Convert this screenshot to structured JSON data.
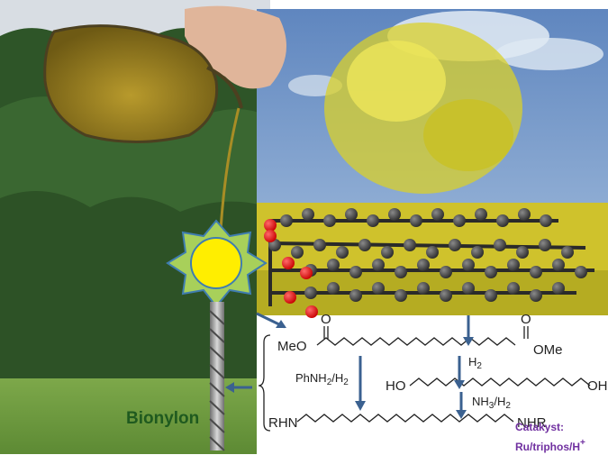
{
  "labels": {
    "bionylon": "Bionylon",
    "catalyst_line1": "Catakyst:",
    "catalyst_line2": "Ru/triphos/H",
    "catalyst_plus": "+"
  },
  "chemistry": {
    "diester_left": "MeO",
    "diester_right": "OMe",
    "carbonyl_o": "O",
    "reagent_amine": "PhNH",
    "reagent_amine_sub": "2",
    "reagent_amine_h": "/H",
    "reagent_amine_h_sub": "2",
    "reagent_h2": "H",
    "reagent_h2_sub": "2",
    "diol_left": "HO",
    "diol_right": "OH",
    "reagent_nh3": "NH",
    "reagent_nh3_sub": "3",
    "reagent_nh3_h": "/H",
    "reagent_nh3_h_sub": "2",
    "diamine_left": "RHN",
    "diamine_right": "NHR"
  },
  "colors": {
    "bionylon": "#1f5a1f",
    "catalyst": "#7030a0",
    "arrow": "#3b6190",
    "atom_carbon": "#3a3a3a",
    "atom_oxygen": "#e01010"
  }
}
